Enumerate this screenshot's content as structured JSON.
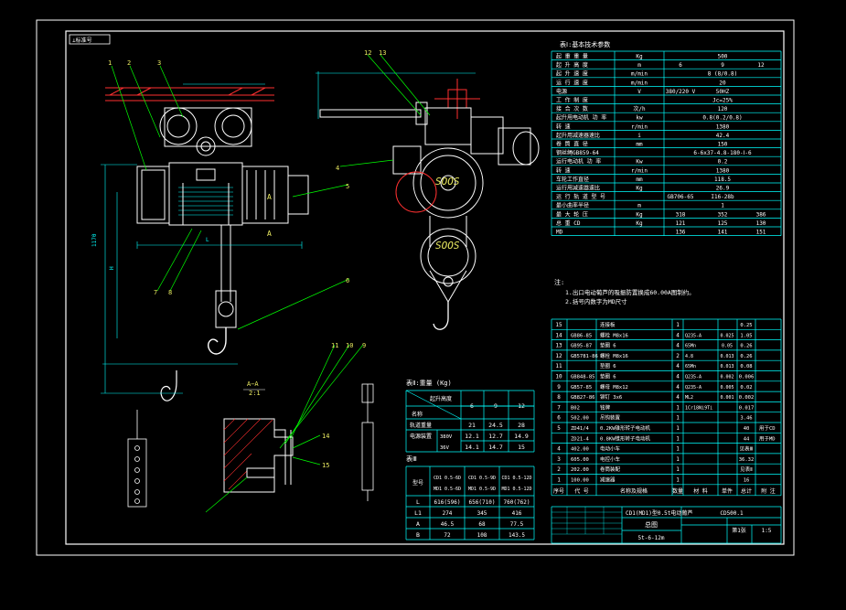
{
  "drawing": {
    "stamp": "⊥标准号",
    "balloons": [
      "1",
      "2",
      "3",
      "4",
      "5",
      "6",
      "7",
      "8",
      "9",
      "11",
      "10",
      "13",
      "12",
      "14",
      "15"
    ],
    "section_label": "A−A",
    "section_scale": "2:1",
    "dim_labels": [
      "A",
      "A"
    ],
    "hoist_wheel_text": "SOOS"
  },
  "table1": {
    "title": "表Ⅰ:基本技术参数",
    "rows": [
      {
        "name": "起 重 重 量",
        "unit": "Kg",
        "v1": "500",
        "v2": "",
        "v3": ""
      },
      {
        "name": "起 升 高 度",
        "unit": "m",
        "v1": "6",
        "v2": "9",
        "v3": "12"
      },
      {
        "name": "起 升 速 度",
        "unit": "m/min",
        "v1": "8 (8/0.8)",
        "v2": "",
        "v3": ""
      },
      {
        "name": "运 行 速 度",
        "unit": "m/min",
        "v1": "20",
        "v2": "",
        "v3": ""
      },
      {
        "name": "电源",
        "unit": "V",
        "v1": "380/220 V",
        "v2": "50HZ",
        "v3": ""
      },
      {
        "name": "工 作 制 度",
        "unit": "",
        "v1": "Jc=25%",
        "v2": "",
        "v3": ""
      },
      {
        "name": "接 合 次 数",
        "unit": "次/h",
        "v1": "120",
        "v2": "",
        "v3": ""
      },
      {
        "name": "起升用电动机  功 率",
        "unit": "kw",
        "v1": "0.8(0.2/0.8)",
        "v2": "",
        "v3": ""
      },
      {
        "name": "转 速",
        "unit": "r/min",
        "v1": "1380",
        "v2": "",
        "v3": ""
      },
      {
        "name": "起升用减速器速比",
        "unit": "i",
        "v1": "42.4",
        "v2": "",
        "v3": ""
      },
      {
        "name": "卷 筒 直 径",
        "unit": "mm",
        "v1": "150",
        "v2": "",
        "v3": ""
      },
      {
        "name": "钢丝绳GB859-64",
        "unit": "",
        "v1": "6-6x37-4.8-180-Ⅰ-6",
        "v2": "",
        "v3": ""
      },
      {
        "name": "运行电动机  功 率",
        "unit": "Kw",
        "v1": "0.2",
        "v2": "",
        "v3": ""
      },
      {
        "name": "转 速",
        "unit": "r/min",
        "v1": "1380",
        "v2": "",
        "v3": ""
      },
      {
        "name": "车轮工作直径",
        "unit": "mm",
        "v1": "118.5",
        "v2": "",
        "v3": ""
      },
      {
        "name": "运行用减速器速比",
        "unit": "Kg",
        "v1": "26.9",
        "v2": "",
        "v3": ""
      },
      {
        "name": "运 行 轨 道  型 号",
        "unit": "",
        "v1": "GB706-65",
        "v2": "I16-28b",
        "v3": ""
      },
      {
        "name": "最小曲率半径",
        "unit": "m",
        "v1": "1",
        "v2": "",
        "v3": ""
      },
      {
        "name": "最 大 轮 压",
        "unit": "Kg",
        "v1": "318",
        "v2": "352",
        "v3": "386"
      },
      {
        "name": "总 重  CD",
        "unit": "Kg",
        "v1": "121",
        "v2": "125",
        "v3": "130"
      },
      {
        "name": "MD",
        "unit": "",
        "v1": "136",
        "v2": "141",
        "v3": "151"
      }
    ]
  },
  "notes": {
    "title": "注:",
    "items": [
      "1.出口电动葡芦的吸振防置换成60.00A图制约。",
      "2.括号内数字为MD尺寸"
    ]
  },
  "table2": {
    "title": "表Ⅱ:重量 (Kg)",
    "header_label": "起升高度",
    "name_label": "名称",
    "heights": [
      "6",
      "9",
      "12"
    ],
    "rows": [
      {
        "name": "轨道重量",
        "sub": "",
        "v": [
          "21",
          "24.5",
          "28"
        ]
      },
      {
        "name": "电源装置",
        "sub": "380V",
        "v": [
          "12.1",
          "12.7",
          "14.9"
        ]
      },
      {
        "name": "",
        "sub": "36V",
        "v": [
          "14.1",
          "14.7",
          "15"
        ]
      }
    ]
  },
  "table3": {
    "title": "表Ⅲ",
    "header": [
      "型号",
      "CD1 0.5-6D / MD1 0.5-6D",
      "CD1 0.5-9D / MD1 0.5-9D",
      "CD1 0.5-12D / MD1 0.5-12D"
    ],
    "rows": [
      {
        "name": "L",
        "v": [
          "616(596)",
          "656(710)",
          "760(762)"
        ]
      },
      {
        "name": "L1",
        "v": [
          "274",
          "345",
          "416"
        ]
      },
      {
        "name": "A",
        "v": [
          "46.5",
          "68",
          "77.5"
        ]
      },
      {
        "name": "B",
        "v": [
          "72",
          "108",
          "143.5"
        ]
      }
    ]
  },
  "bom": {
    "rows": [
      {
        "no": "15",
        "code": "",
        "name": "连接板",
        "qty": "1",
        "mat": "",
        "w1": "",
        "w2": "0.25"
      },
      {
        "no": "14",
        "code": "GB86-85",
        "name": "螺栓 M8x16",
        "qty": "4",
        "mat": "Q235-A",
        "w1": "0.025",
        "w2": "1.05"
      },
      {
        "no": "13",
        "code": "GB95-87",
        "name": "垫圈 6",
        "qty": "4",
        "mat": "65Mn",
        "w1": "0.05",
        "w2": "0.26"
      },
      {
        "no": "12",
        "code": "GB5781-86",
        "name": "螺栓 M8x16",
        "qty": "2",
        "mat": "4.8",
        "w1": "0.013",
        "w2": "0.26"
      },
      {
        "no": "11",
        "code": "",
        "name": "垫圈 6",
        "qty": "4",
        "mat": "65Mn",
        "w1": "0.013",
        "w2": "0.08"
      },
      {
        "no": "10",
        "code": "GB848-85",
        "name": "垫圈 6",
        "qty": "4",
        "mat": "Q235-A",
        "w1": "0.002",
        "w2": "0.006"
      },
      {
        "no": "9",
        "code": "GB57-85",
        "name": "螺母 M8x12",
        "qty": "4",
        "mat": "Q235-A",
        "w1": "0.005",
        "w2": "0.02"
      },
      {
        "no": "8",
        "code": "GB827-86",
        "name": "铆钉 3x6",
        "qty": "4",
        "mat": "ML2",
        "w1": "0.001",
        "w2": "0.002"
      },
      {
        "no": "7",
        "code": "B02",
        "name": "铭牌",
        "qty": "1",
        "mat": "1Cr18Ni9Ti",
        "w1": "",
        "w2": "0.017"
      },
      {
        "no": "6",
        "code": "502.00",
        "name": "吊钩装置",
        "qty": "1",
        "mat": "",
        "w1": "",
        "w2": "3.46"
      },
      {
        "no": "5",
        "code": "ZD41/4",
        "name": "0.2KW锥形转子电动机",
        "qty": "1",
        "mat": "",
        "w1": "",
        "w2": "40"
      },
      {
        "no": "",
        "code": "ZD21-4",
        "name": "0.8KW锥形转子电动机",
        "qty": "1",
        "mat": "",
        "w1": "",
        "w2": "44"
      },
      {
        "no": "4",
        "code": "402.00",
        "name": "电动小车",
        "qty": "1",
        "mat": "",
        "w1": "",
        "w2": "见表Ⅲ"
      },
      {
        "no": "3",
        "code": "605.00",
        "name": "电控小车",
        "qty": "1",
        "mat": "",
        "w1": "",
        "w2": "36.32"
      },
      {
        "no": "2",
        "code": "202.00",
        "name": "卷筒装配",
        "qty": "1",
        "mat": "",
        "w1": "",
        "w2": "见表Ⅱ"
      },
      {
        "no": "1",
        "code": "100.00",
        "name": "减速器",
        "qty": "1",
        "mat": "",
        "w1": "",
        "w2": "16"
      }
    ],
    "extra_notes": [
      "用于CD",
      "用于MD"
    ],
    "header": [
      "序号",
      "代 号",
      "名称及规格",
      "数量",
      "材 料",
      "单件",
      "总计",
      "附 注"
    ]
  },
  "title_block": {
    "product": "CD1(MD1)型0.5t电动葡芦",
    "drawing_name": "总图",
    "spec": "5t-6-12m",
    "drawing_no": "CD500.1",
    "scale": "1:5",
    "sheet": "第1张"
  },
  "colors": {
    "background": "#000000",
    "border": "#ffffff",
    "table_lines": "#00ffff",
    "drawing_lines": "#ffffff",
    "leaders": "#00ff00",
    "rail": "#ff3030",
    "dimension": "#00ffff",
    "text": "#ffffff",
    "label_yellow": "#e8e860"
  }
}
